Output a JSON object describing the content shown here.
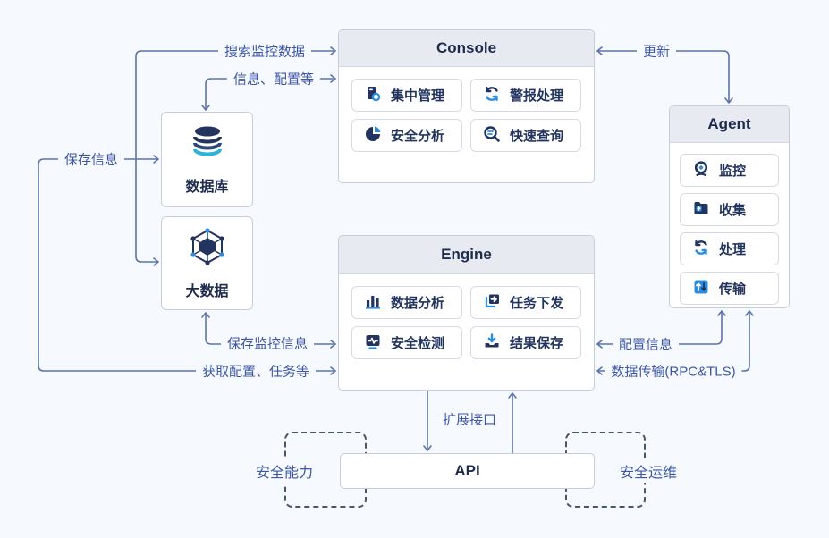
{
  "colors": {
    "background": "#f6f9fd",
    "navy": "#22335f",
    "blue": "#2b8de0",
    "line": "#5d74aa",
    "edge_label": "#3d56a8",
    "box_border": "#c5cedd",
    "header_bg": "#e7eaf1"
  },
  "console": {
    "title": "Console",
    "features": [
      {
        "label": "集中管理",
        "icon": "device-gear-icon"
      },
      {
        "label": "警报处理",
        "icon": "sync-arrows-icon"
      },
      {
        "label": "安全分析",
        "icon": "pie-chart-icon"
      },
      {
        "label": "快速查询",
        "icon": "search-list-icon"
      }
    ]
  },
  "engine": {
    "title": "Engine",
    "features": [
      {
        "label": "数据分析",
        "icon": "bar-chart-icon"
      },
      {
        "label": "任务下发",
        "icon": "task-dispatch-icon"
      },
      {
        "label": "安全检测",
        "icon": "monitor-pulse-icon"
      },
      {
        "label": "结果保存",
        "icon": "save-tray-icon"
      }
    ]
  },
  "agent": {
    "title": "Agent",
    "features": [
      {
        "label": "监控",
        "icon": "webcam-icon"
      },
      {
        "label": "收集",
        "icon": "collect-folder-icon"
      },
      {
        "label": "处理",
        "icon": "sync-arrows-icon"
      },
      {
        "label": "传输",
        "icon": "transfer-icon"
      }
    ]
  },
  "database_node": {
    "label": "数据库",
    "icon": "database-icon"
  },
  "bigdata_node": {
    "label": "大数据",
    "icon": "bigdata-network-icon"
  },
  "api": {
    "title": "API"
  },
  "zones": {
    "left": "安全能力",
    "right": "安全运维"
  },
  "edge_labels": {
    "search_monitor_data": "搜索监控数据",
    "info_config": "信息、配置等",
    "update": "更新",
    "save_info": "保存信息",
    "save_monitor_info": "保存监控信息",
    "get_config_tasks": "获取配置、任务等",
    "config_info": "配置信息",
    "data_transfer": "数据传输(RPC&TLS)",
    "extension_interface": "扩展接口"
  }
}
